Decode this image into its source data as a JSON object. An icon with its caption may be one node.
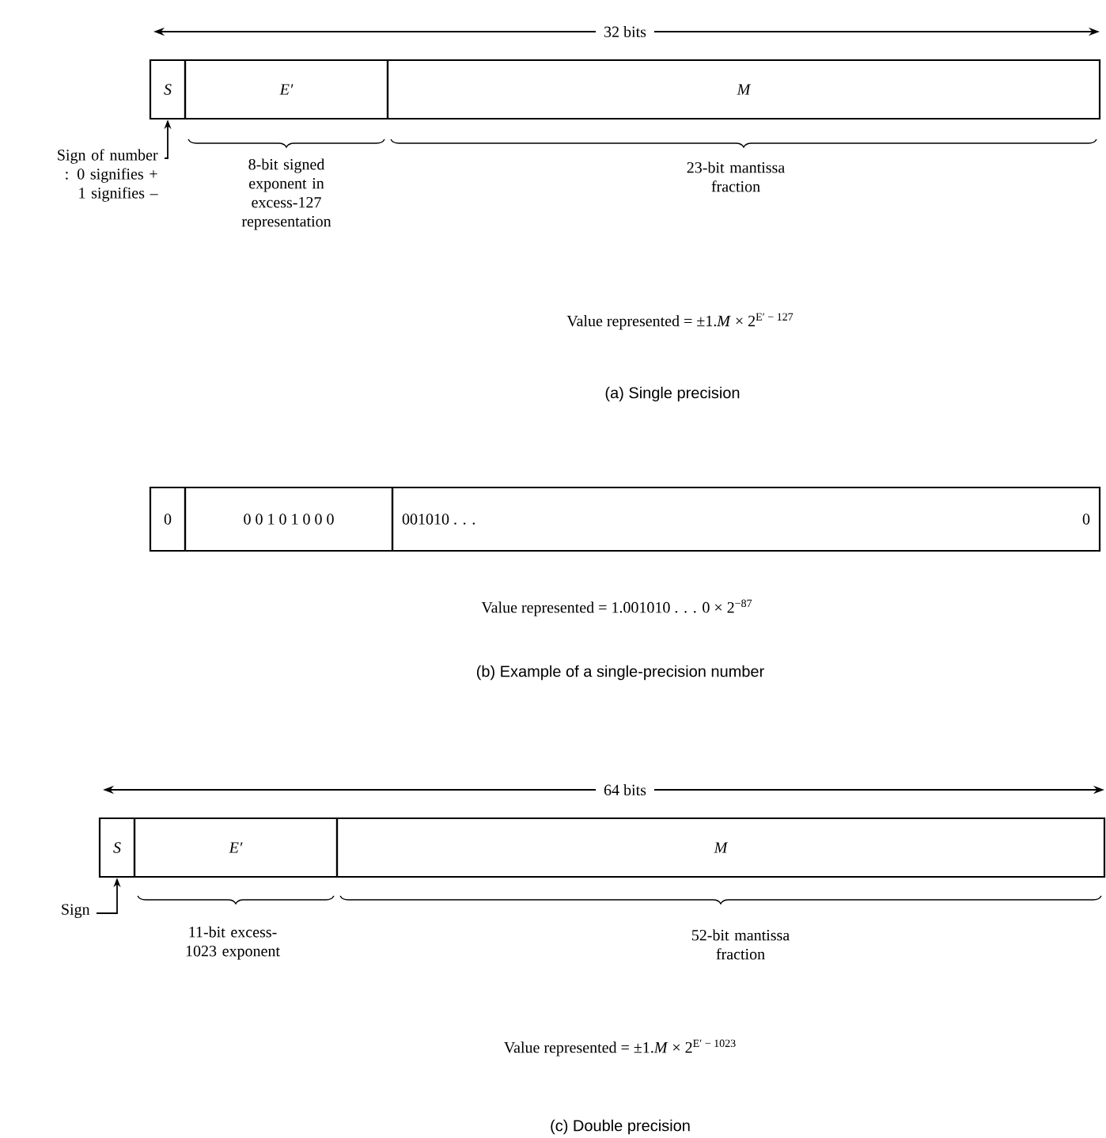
{
  "diagram": {
    "nodes": [
      {
        "text": [
          "S"
        ]
      },
      {
        "text": [
          "E′"
        ],
        "beside": [
          "8-bit signed exponent in excess-127 representation"
        ]
      },
      {
        "text": [
          "M"
        ],
        "beside": [
          "23-bit mantissa fraction"
        ]
      },
      {
        "text": [
          "Sign of number : 0 signifies + 1 signifies –"
        ]
      },
      {
        "text": [
          "0"
        ]
      },
      {
        "text": [
          "0 0 1 0 1 0 0 0"
        ]
      },
      {
        "text": [
          "001010 . . .",
          "0"
        ]
      },
      {
        "text": [
          "S"
        ]
      },
      {
        "text": [
          "E′"
        ],
        "beside": [
          "11-bit excess-1023 exponent"
        ]
      },
      {
        "text": [
          "M"
        ],
        "beside": [
          "52-bit mantissa fraction"
        ]
      },
      {
        "text": [
          "Sign"
        ]
      }
    ],
    "edges": [
      {
        "from": 3,
        "to": 0,
        "arrow": "to"
      },
      {
        "from": 10,
        "to": 7,
        "arrow": "to"
      }
    ],
    "labels": [
      "32 bits",
      "Value represented = ±1.*M* × 2$^{E′ − 127}$",
      "(a) Single precision",
      "Value represented = 1.001010 . . . 0 × 2$^{−87}$",
      "(b) Example of a single-precision number",
      "64 bits",
      "Value represented = ±1.*M* × 2$^{E′ − 1023}$",
      "(c) Double precision"
    ]
  }
}
